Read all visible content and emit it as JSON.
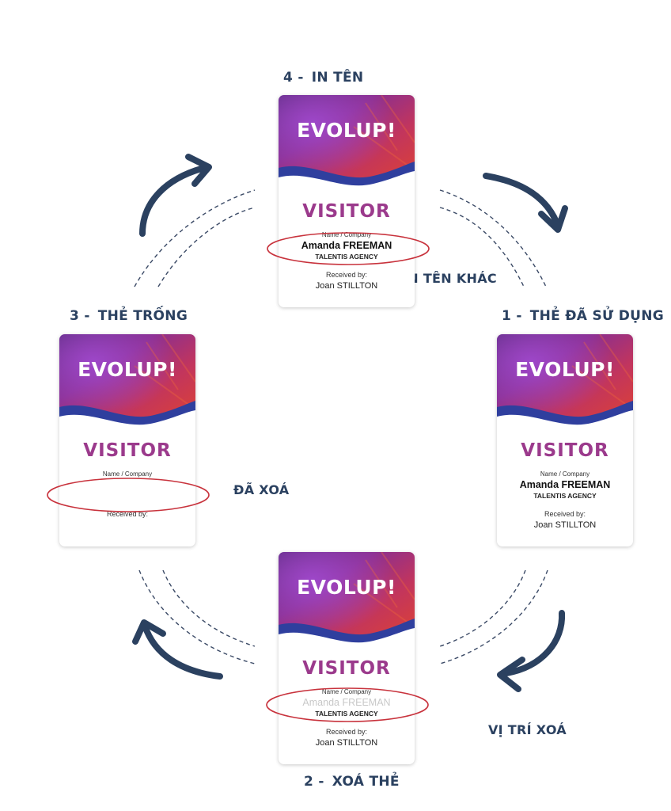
{
  "card": {
    "brand": "EVOLUP!",
    "visitor": "VISITOR",
    "name_label": "Name / Company",
    "person": "Amanda FREEMAN",
    "company": "TALENTIS AGENCY",
    "received_label": "Received by:",
    "receiver": "Joan STILLTON"
  },
  "steps": [
    {
      "num": "1 -",
      "text": "THẺ ĐÃ SỬ DỤNG"
    },
    {
      "num": "2 -",
      "text": "XOÁ THẺ"
    },
    {
      "num": "3 -",
      "text": "THẺ TRỐNG"
    },
    {
      "num": "4 -",
      "text": "IN TÊN"
    }
  ],
  "notes": {
    "print_other": "IN TÊN KHÁC",
    "erased": "ĐÃ XOÁ",
    "erase_position": "VỊ TRÍ XOÁ"
  },
  "colors": {
    "label": "#2b4160",
    "arrow": "#2b4160",
    "visitor": "#9b3a8c",
    "highlight": "#c8323c",
    "wave": "#2f3f9e"
  }
}
